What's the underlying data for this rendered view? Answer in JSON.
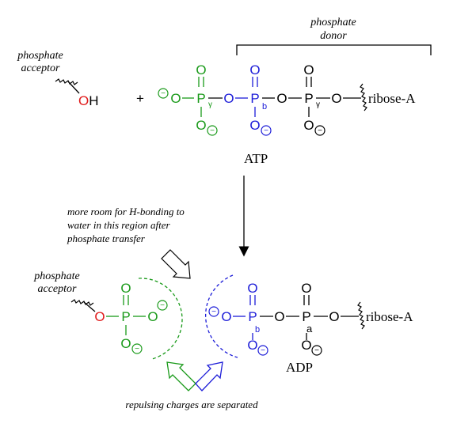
{
  "colors": {
    "black": "#000000",
    "green": "#1a9a1a",
    "blue": "#1d1dd8",
    "red": "#e01b1b"
  },
  "text": {
    "phosphate_donor": [
      "phosphate",
      "donor"
    ],
    "phosphate_acceptor_top": [
      "phosphate",
      "acceptor"
    ],
    "phosphate_acceptor_bottom": [
      "phosphate",
      "acceptor"
    ],
    "plus": "+",
    "atp": "ATP",
    "adp": "ADP",
    "ribose_top": "ribose-A",
    "ribose_bottom": "ribose-A",
    "room_note": [
      "more room for  H-bonding to",
      "water in this region after",
      "phosphate transfer"
    ],
    "charges_note": "repulsing charges are separated"
  },
  "atoms": {
    "O": "O",
    "OH": "OH",
    "P": "P",
    "minus": "−",
    "sub_a": "a",
    "sub_b": "b",
    "sub_g": "γ"
  }
}
